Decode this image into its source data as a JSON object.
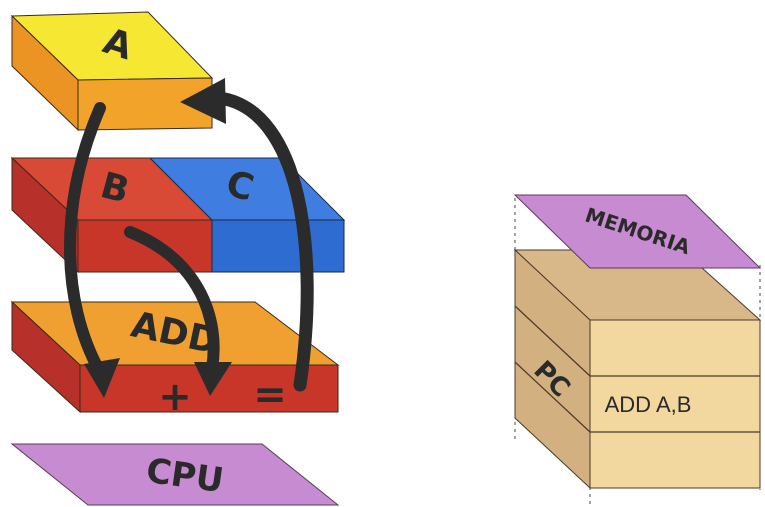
{
  "cpu": {
    "register_a": "A",
    "register_b": "B",
    "register_c": "C",
    "alu_op": "ADD",
    "plus_symbol": "+",
    "equals_symbol": "=",
    "base_label": "CPU"
  },
  "memory": {
    "lid_label": "MEMORIA",
    "pc_label": "PC",
    "instruction": "ADD A,B"
  },
  "colors": {
    "yellow_top": "#f6e832",
    "yellow_front": "#f2a42a",
    "red_top": "#d84a36",
    "red_front": "#c8362a",
    "blue_top": "#3f7ee0",
    "blue_front": "#2e6cd2",
    "orange_top": "#f0a030",
    "purple": "#c68bd0",
    "tan_top": "#d8b888",
    "tan_front": "#f2d89e",
    "tan_side": "#d2b080",
    "arrow": "#2b2b2b"
  }
}
